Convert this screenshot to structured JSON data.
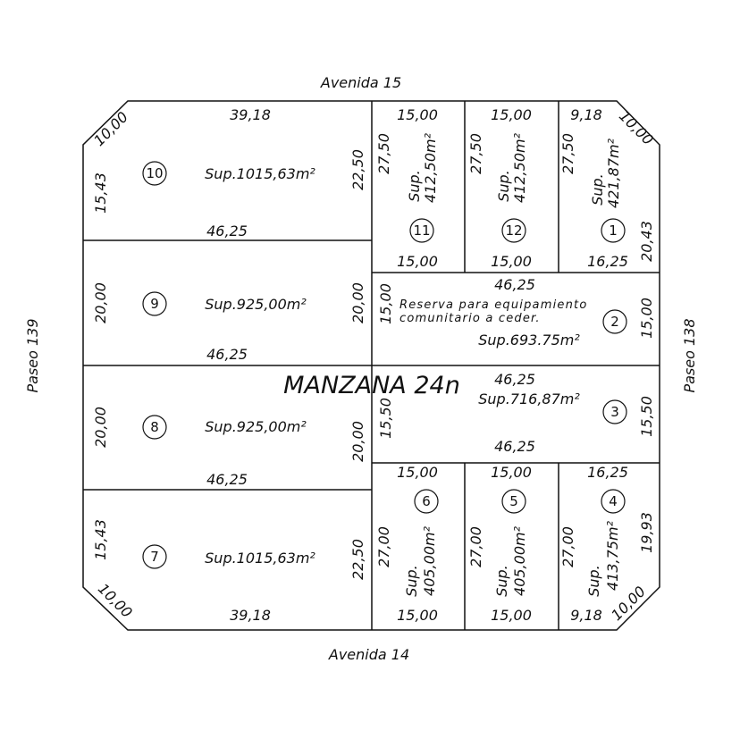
{
  "streets": {
    "top": "Avenida 15",
    "bottom": "Avenida 14",
    "left": "Paseo 139",
    "right": "Paseo 138"
  },
  "title": "MANZANA 24n",
  "lots": {
    "l10": {
      "num": "10",
      "area": "Sup.1015,63m²",
      "top": "39,18",
      "chamfer": "10,00",
      "left": "15,43",
      "right": "22,50",
      "bottom": "46,25"
    },
    "l9": {
      "num": "9",
      "area": "Sup.925,00m²",
      "left": "20,00",
      "right": "20,00",
      "bottom": "46,25"
    },
    "l8": {
      "num": "8",
      "area": "Sup.925,00m²",
      "left": "20,00",
      "right": "20,00",
      "bottom": "46,25"
    },
    "l7": {
      "num": "7",
      "area": "Sup.1015,63m²",
      "left": "15,43",
      "right": "22,50",
      "bottom": "39,18",
      "chamfer": "10,00"
    },
    "l11": {
      "num": "11",
      "area_a": "Sup.",
      "area_b": "412,50m²",
      "top": "15,00",
      "side": "27,50",
      "bottom": "15,00"
    },
    "l12": {
      "num": "12",
      "area_a": "Sup.",
      "area_b": "412,50m²",
      "top": "15,00",
      "side": "27,50",
      "bottom": "15,00"
    },
    "l1": {
      "num": "1",
      "area_a": "Sup.",
      "area_b": "421,87m²",
      "top": "9,18",
      "chamfer": "10,00",
      "side": "27,50",
      "right": "20,43",
      "bottom": "16,25"
    },
    "l2": {
      "num": "2",
      "note1": "Reserva para equipamiento",
      "note2": "comunitario a ceder.",
      "area": "Sup.693.75m²",
      "top": "46,25",
      "left": "15,00",
      "right": "15,00"
    },
    "l3": {
      "num": "3",
      "area": "Sup.716,87m²",
      "top": "46,25",
      "left": "15,50",
      "right": "15,50",
      "bottom": "46,25"
    },
    "l6": {
      "num": "6",
      "area_a": "Sup.",
      "area_b": "405,00m²",
      "top": "15,00",
      "side": "27,00",
      "bottom": "15,00"
    },
    "l5": {
      "num": "5",
      "area_a": "Sup.",
      "area_b": "405,00m²",
      "top": "15,00",
      "side": "27,00",
      "bottom": "15,00"
    },
    "l4": {
      "num": "4",
      "area_a": "Sup.",
      "area_b": "413,75m²",
      "top": "16,25",
      "side": "27,00",
      "right": "19,93",
      "bottom": "9,18",
      "chamfer": "10,00"
    }
  }
}
